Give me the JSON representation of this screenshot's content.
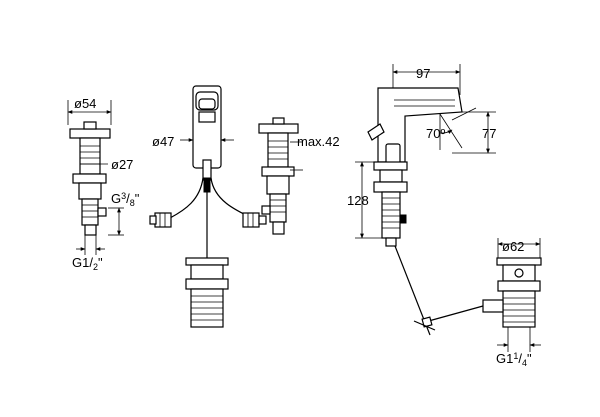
{
  "diagram": {
    "labels": {
      "valve_dia": "ø54",
      "stem_dia": "ø27",
      "thread_left": "G3/8\"",
      "thread_left_sup": "3",
      "thread_left_sub": "8",
      "thread_bottom": "G1/2\"",
      "thread_bottom_sup": "1",
      "thread_bottom_sub": "2",
      "spout_dia": "ø47",
      "max_thickness": "max.42",
      "reach": "97",
      "angle": "70º",
      "spout_height": "77",
      "body_height": "128",
      "waste_dia": "ø62",
      "waste_thread": "G1 1/4\"",
      "waste_thread_sup": "1",
      "waste_thread_sub": "4"
    }
  }
}
